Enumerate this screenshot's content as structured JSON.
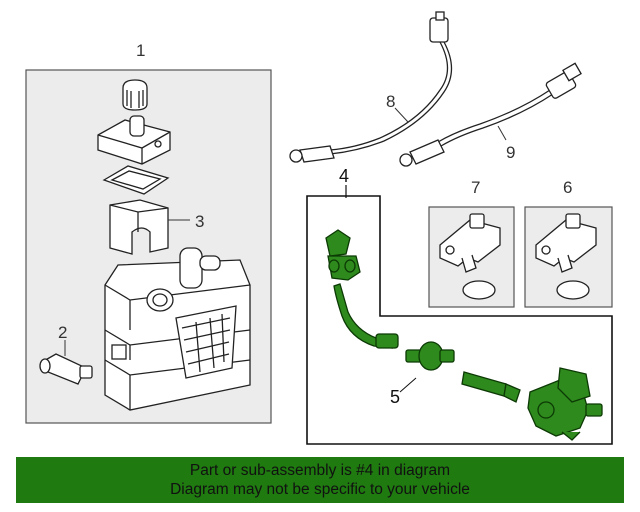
{
  "callouts": {
    "c1": "1",
    "c2": "2",
    "c3": "3",
    "c4": "4",
    "c5": "5",
    "c6": "6",
    "c7": "7",
    "c8": "8",
    "c9": "9"
  },
  "banner": {
    "line1": "Part or sub-assembly is #4 in diagram",
    "line2": "Diagram may not be specific to your vehicle"
  },
  "colors": {
    "highlight": "#1f7a10",
    "highlight_part": "#2e8a1c",
    "banner_bg": "#1f7a10",
    "line": "#333333",
    "box_fill": "#ececec"
  }
}
